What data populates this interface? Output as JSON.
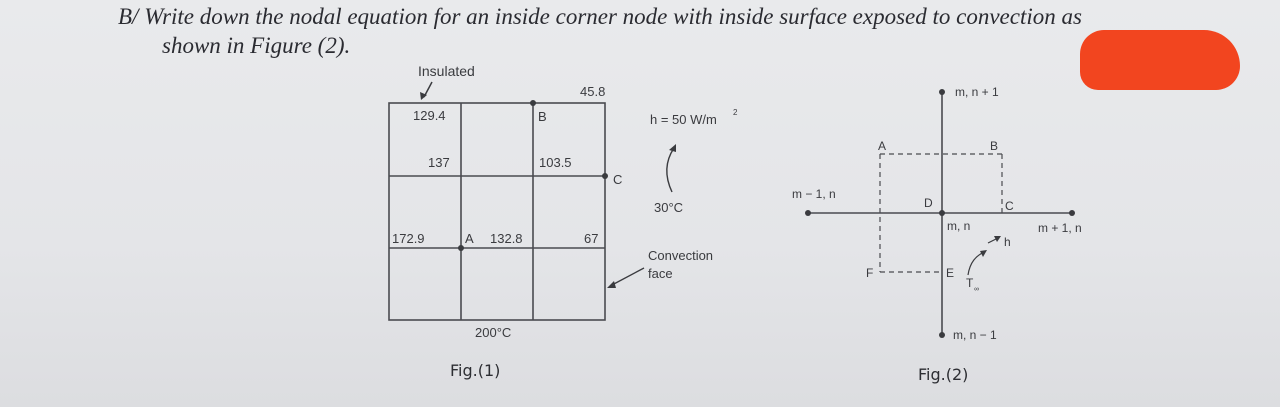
{
  "question": {
    "line1": "B/ Write down the nodal equation for an inside corner node with inside surface exposed to convection as",
    "line2": "shown in Figure (2)."
  },
  "fig1": {
    "insulated_label": "Insulated",
    "values": {
      "v129": "129.4",
      "v137": "137",
      "v1729": "172.9",
      "v1328": "132.8",
      "v1035": "103.5",
      "v458": "45.8",
      "v67": "67"
    },
    "node_labels": {
      "A": "A",
      "B": "B",
      "C": "C"
    },
    "bottom_temp": "200°C",
    "h_label": "h = 50 W/m",
    "h_exp": "2",
    "ambient_temp": "30°C",
    "convection_line1": "Convection",
    "convection_line2": "face",
    "caption": "Fig.(1)"
  },
  "fig2": {
    "top_node": "m, n + 1",
    "left_node": "m − 1, n",
    "center_node": "m, n",
    "right_node": "m + 1, n",
    "bottom_node": "m, n − 1",
    "letters": {
      "A": "A",
      "B": "B",
      "C": "C",
      "D": "D",
      "E": "E",
      "F": "F"
    },
    "h_symbol": "h",
    "t_symbol": "T",
    "t_sub": "∞",
    "caption": "Fig.(2)"
  },
  "colors": {
    "ink": "#3a3b3f",
    "redaction": "#f2451f"
  }
}
